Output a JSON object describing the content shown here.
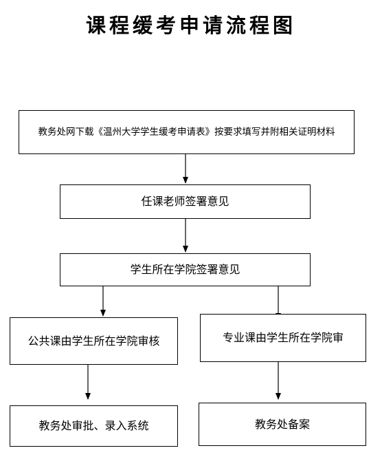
{
  "title": "课程缓考申请流程图",
  "steps": {
    "download": "教务处网下载《温州大学学生缓考申请表》按要求填写并附相关证明材料",
    "teacher": "任课老师签署意见",
    "college": "学生所在学院签署意见",
    "public_course": "公共课由学生所在学院审核",
    "major_course": "专业课由学生所在学院审",
    "approve": "教务处审批、录入系统",
    "record": "教务处备案"
  }
}
